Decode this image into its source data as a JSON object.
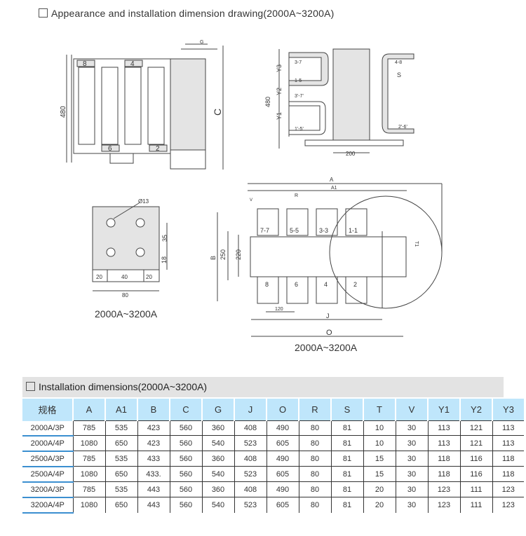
{
  "title": "Appearance and installation dimension drawing(2000A~3200A)",
  "drawing1": {
    "labels": [
      "8",
      "4",
      "6",
      "2"
    ],
    "height": "480",
    "g": "G",
    "c": "C"
  },
  "drawing2": {
    "height": "480",
    "y": [
      "Y3",
      "Y2",
      "Y1"
    ],
    "terms": [
      "3-7",
      "1-5",
      "3'-7'",
      "1'-5'",
      "4-8",
      "2'-6'"
    ],
    "s": "S",
    "w": "200"
  },
  "drawing3": {
    "hole": "Ø13",
    "d35": "35",
    "d18": "18",
    "w": [
      "20",
      "40",
      "20"
    ],
    "total": "80",
    "caption": "2000A~3200A"
  },
  "drawing4": {
    "a": "A",
    "a1": "A1",
    "r": "R",
    "v": "V",
    "b": "B",
    "d250": "250",
    "d220": "220",
    "top": [
      "7-7",
      "5-5",
      "3-3",
      "1-1"
    ],
    "bottom": [
      "8",
      "6",
      "4",
      "2"
    ],
    "d120": "120",
    "j": "J",
    "o": "O",
    "t": "T1",
    "caption": "2000A~3200A"
  },
  "table": {
    "title": "Installation dimensions(2000A~3200A)",
    "headers": [
      "规格",
      "A",
      "A1",
      "B",
      "C",
      "G",
      "J",
      "O",
      "R",
      "S",
      "T",
      "V",
      "Y1",
      "Y2",
      "Y3"
    ],
    "rows": [
      [
        "2000A/3P",
        "785",
        "535",
        "423",
        "560",
        "360",
        "408",
        "490",
        "80",
        "81",
        "10",
        "30",
        "113",
        "121",
        "113"
      ],
      [
        "2000A/4P",
        "1080",
        "650",
        "423",
        "560",
        "540",
        "523",
        "605",
        "80",
        "81",
        "10",
        "30",
        "113",
        "121",
        "113"
      ],
      [
        "2500A/3P",
        "785",
        "535",
        "433",
        "560",
        "360",
        "408",
        "490",
        "80",
        "81",
        "15",
        "30",
        "118",
        "116",
        "118"
      ],
      [
        "2500A/4P",
        "1080",
        "650",
        "433.",
        "560",
        "540",
        "523",
        "605",
        "80",
        "81",
        "15",
        "30",
        "118",
        "116",
        "118"
      ],
      [
        "3200A/3P",
        "785",
        "535",
        "443",
        "560",
        "360",
        "408",
        "490",
        "80",
        "81",
        "20",
        "30",
        "123",
        "111",
        "123"
      ],
      [
        "3200A/4P",
        "1080",
        "650",
        "443",
        "560",
        "540",
        "523",
        "605",
        "80",
        "81",
        "20",
        "30",
        "123",
        "111",
        "123"
      ]
    ]
  }
}
